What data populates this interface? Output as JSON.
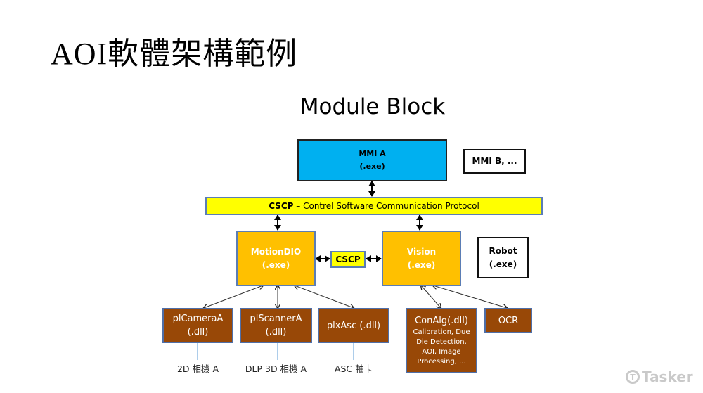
{
  "slide": {
    "title": "AOI軟體架構範例",
    "diagram_title": "Module Block"
  },
  "colors": {
    "mmi": "#00b0f0",
    "protocol_bar": "#ffff00",
    "process": "#ffc000",
    "dll": "#984807",
    "border_blue": "#5b7db5"
  },
  "blocks": {
    "mmi_a": {
      "line1": "MMI A",
      "line2": "(.exe)"
    },
    "mmi_b": {
      "label": "MMI B, ..."
    },
    "cscp_bar": {
      "bold": "CSCP",
      "rest": " – Contrel Software Communication Protocol"
    },
    "motion_dio": {
      "line1": "MotionDIO",
      "line2": "(.exe)"
    },
    "cscp_small": {
      "label": "CSCP"
    },
    "vision": {
      "line1": "Vision",
      "line2": "(.exe)"
    },
    "robot": {
      "line1": "Robot",
      "line2": "(.exe)"
    },
    "pl_camera": {
      "line1": "plCameraA",
      "line2": "(.dll)",
      "caption": "2D 相機 A"
    },
    "pl_scanner": {
      "line1": "plScannerA",
      "line2": "(.dll)",
      "caption": "DLP 3D 相機 A"
    },
    "plx_asc": {
      "line1": "plxAsc (.dll)",
      "caption": "ASC 軸卡"
    },
    "con_alg": {
      "line1": "ConAlg(.dll)",
      "sub": "Calibration, Due Die Detection, AOI, Image Processing, ..."
    },
    "ocr": {
      "label": "OCR"
    }
  },
  "watermark": {
    "text": "Tasker"
  }
}
